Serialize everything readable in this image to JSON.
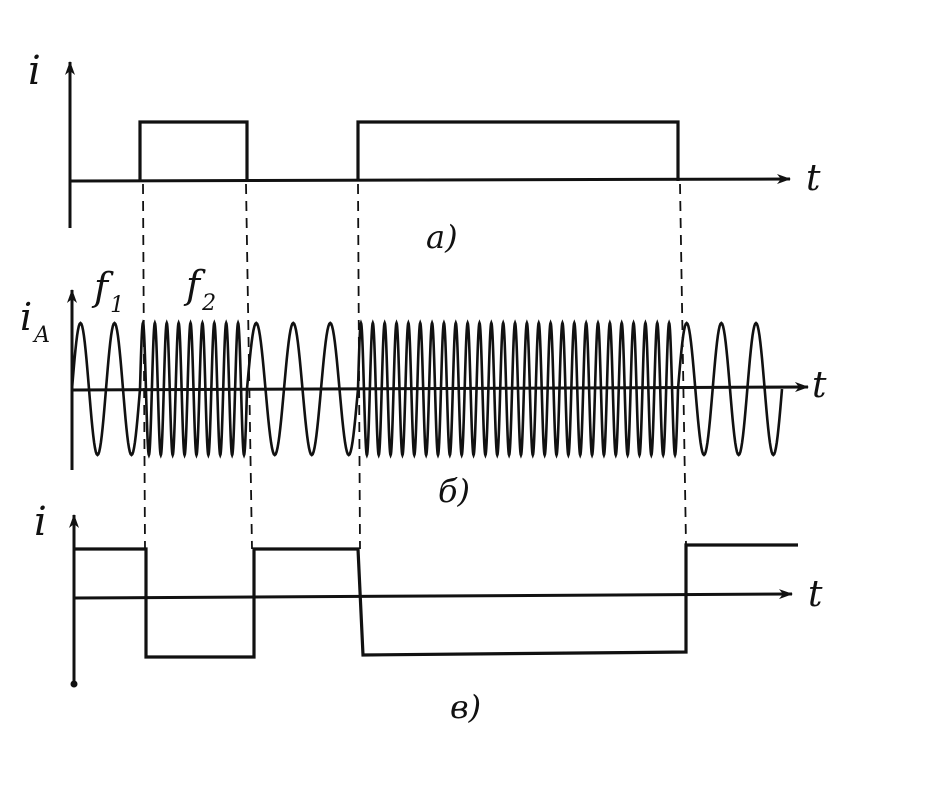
{
  "labels": {
    "y_a": "i",
    "x_a": "t",
    "caption_a": "а)",
    "y_b_main": "i",
    "y_b_sub": "A",
    "f1_main": "f",
    "f1_sub": "1",
    "f2_main": "f",
    "f2_sub": "2",
    "x_b": "t",
    "caption_b": "б)",
    "y_c": "i",
    "x_c": "t",
    "caption_c": "в)"
  },
  "colors": {
    "ink": "#111111",
    "paper": "#ffffff"
  }
}
